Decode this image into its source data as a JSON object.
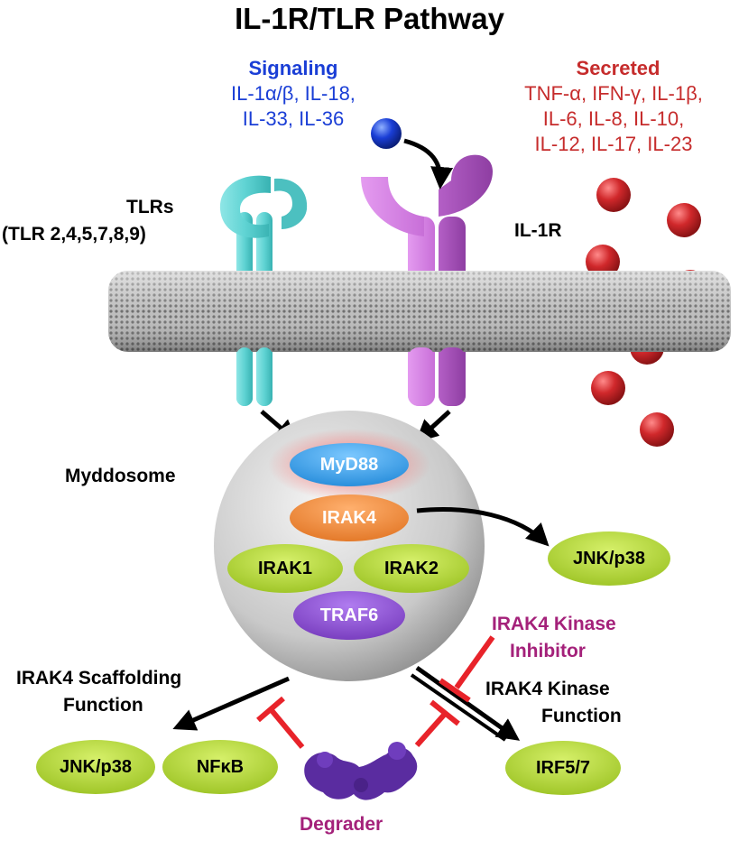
{
  "title": "IL-1R/TLR Pathway",
  "signaling": {
    "heading": "Signaling",
    "lines": [
      "IL-1α/β, IL-18,",
      "IL-33, IL-36"
    ]
  },
  "secreted": {
    "heading": "Secreted",
    "lines": [
      "TNF-α, IFN-γ, IL-1β,",
      "IL-6, IL-8, IL-10,",
      "IL-12, IL-17, IL-23"
    ]
  },
  "receptors": {
    "tlrs_label": "TLRs",
    "tlrs_sub": "(TLR 2,4,5,7,8,9)",
    "il1r_label": "IL-1R"
  },
  "myddosome": {
    "label": "Myddosome",
    "components": {
      "myd88": "MyD88",
      "irak4": "IRAK4",
      "irak1": "IRAK1",
      "irak2": "IRAK2",
      "traf6": "TRAF6"
    }
  },
  "outputs": {
    "jnk_right": "JNK/p38",
    "jnk_left": "JNK/p38",
    "nfkb": "NFκB",
    "irf": "IRF5/7"
  },
  "annotations": {
    "scaffolding": [
      "IRAK4 Scaffolding",
      "Function"
    ],
    "kinase_function": [
      "IRAK4 Kinase",
      "Function"
    ],
    "kinase_inhibitor": [
      "IRAK4 Kinase",
      "Inhibitor"
    ],
    "degrader": "Degrader"
  },
  "colors": {
    "signaling": "#1a3ed6",
    "secreted": "#c62c2c",
    "inhibitor": "#a4217a",
    "tlr": "#5fd3d3",
    "il1r": "#c86fd8",
    "myd88": "#3aa6ee",
    "irak4": "#ef8a3c",
    "lime_node": "#b7dc3a",
    "traf6": "#8a4fd0",
    "inhibition_bar": "#e8232a",
    "ligand_blue": "#1a3ed6",
    "cytokine_red": "#d0282b"
  }
}
